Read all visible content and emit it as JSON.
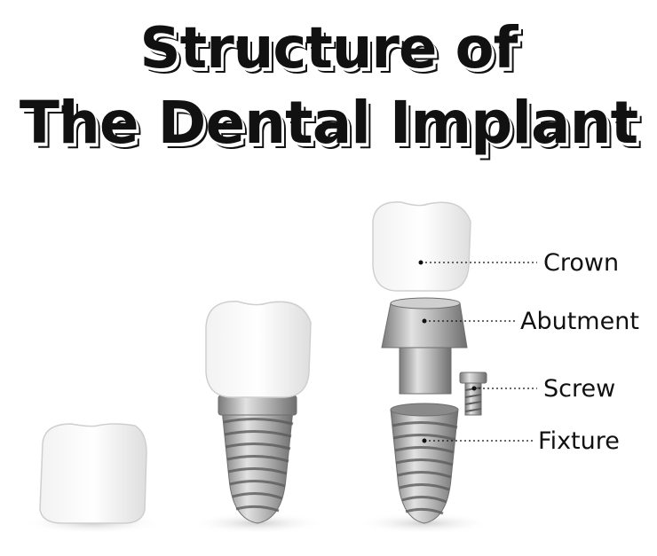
{
  "title": {
    "line1": "Structure of",
    "line2": "The Dental Implant"
  },
  "parts": {
    "crown": "Crown",
    "abutment": "Abutment",
    "screw": "Screw",
    "fixture": "Fixture"
  },
  "colors": {
    "tooth_white": "#ffffff",
    "tooth_shade": "#e6e6e6",
    "metal_light": "#d9d9d9",
    "metal_mid": "#a6a6a6",
    "metal_dark": "#6e6e6e",
    "shadow": "#d8d8d8",
    "ink": "#111111"
  }
}
